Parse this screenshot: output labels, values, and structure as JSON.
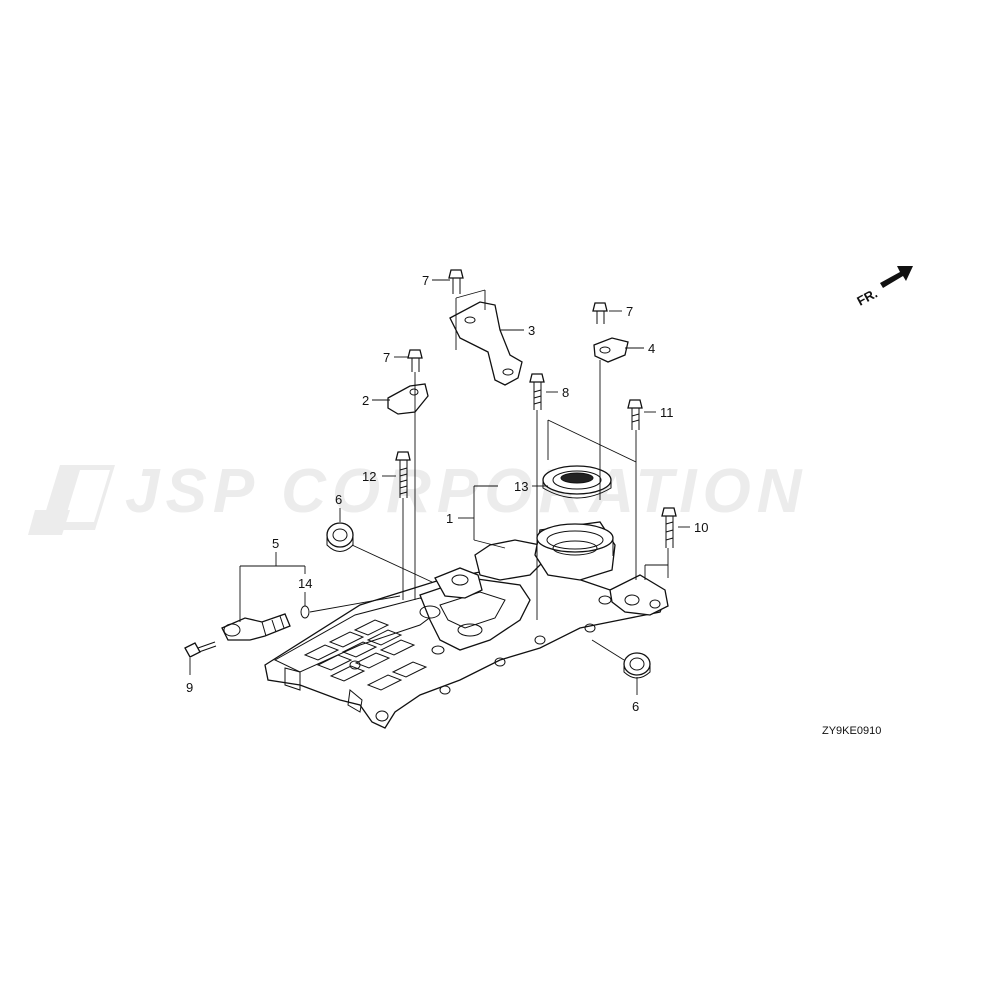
{
  "diagram": {
    "watermark": "JSP CORPORATION",
    "direction_label": "FR.",
    "diagram_code": "ZY9KE0910",
    "callouts": {
      "c1": "1",
      "c2": "2",
      "c3": "3",
      "c4": "4",
      "c5": "5",
      "c6a": "6",
      "c6b": "6",
      "c7a": "7",
      "c7b": "7",
      "c7c": "7",
      "c8": "8",
      "c9": "9",
      "c10": "10",
      "c11": "11",
      "c12": "12",
      "c13": "13",
      "c14": "14"
    }
  }
}
